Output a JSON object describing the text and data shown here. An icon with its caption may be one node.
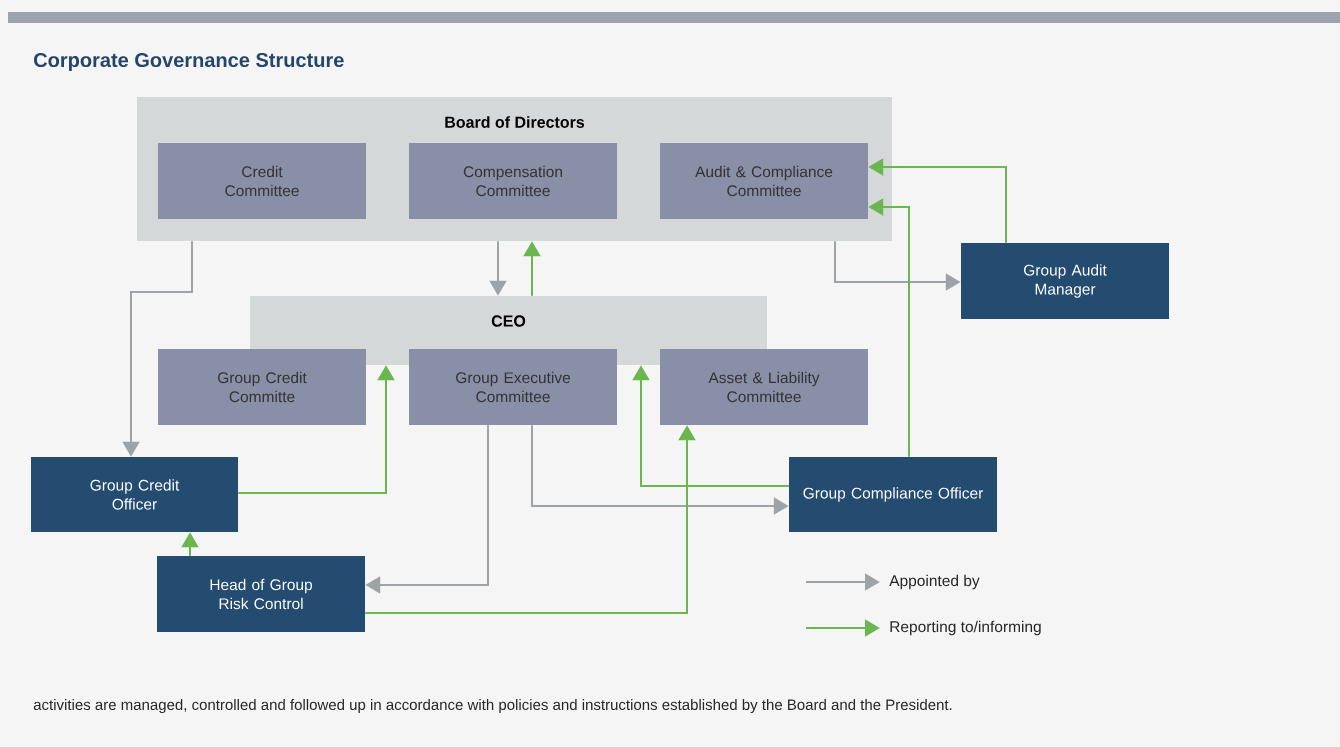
{
  "diagram": {
    "title": "Corporate Governance Structure",
    "caption": "activities are managed, controlled and followed up in accordance with policies and instructions established by the Board and the President.",
    "nodes": [
      {
        "text": [
          "Board of Directors"
        ]
      },
      {
        "text": [
          "Credit Committee"
        ],
        "in": 0
      },
      {
        "text": [
          "Compensation Committee"
        ],
        "in": 0
      },
      {
        "text": [
          "Audit & Compliance Committee"
        ],
        "in": 0
      },
      {
        "text": [
          "CEO"
        ]
      },
      {
        "text": [
          "Group Credit Committe"
        ]
      },
      {
        "text": [
          "Group Executive Committee"
        ]
      },
      {
        "text": [
          "Asset & Liability Committee"
        ]
      },
      {
        "text": [
          "Group Audit Manager"
        ]
      },
      {
        "text": [
          "Group Credit Officer"
        ]
      },
      {
        "text": [
          "Group Compliance Officer"
        ]
      },
      {
        "text": [
          "Head of Group Risk Control"
        ]
      }
    ],
    "edges": [
      {
        "from": 0,
        "to": 9,
        "arrow": "to",
        "color": "#9ea3a8"
      },
      {
        "from": 0,
        "to": 4,
        "arrow": "to",
        "color": "#9ea3a8"
      },
      {
        "from": 4,
        "to": 0,
        "arrow": "to"
      },
      {
        "from": 0,
        "to": 8,
        "arrow": "to",
        "color": "#9ea3a8"
      },
      {
        "from": 8,
        "to": 3,
        "arrow": "to"
      },
      {
        "from": 10,
        "to": 3,
        "arrow": "to"
      },
      {
        "from": 9,
        "to": 4,
        "arrow": "to"
      },
      {
        "from": 10,
        "to": 4,
        "arrow": "to"
      },
      {
        "from": 6,
        "to": 10,
        "arrow": "to",
        "color": "#9ea3a8"
      },
      {
        "from": 6,
        "to": 11,
        "arrow": "to",
        "color": "#9ea3a8"
      },
      {
        "from": 11,
        "to": 9,
        "arrow": "to"
      },
      {
        "from": 11,
        "to": 7,
        "arrow": "to"
      }
    ],
    "legend": [
      {
        "text": "Appointed by"
      },
      {
        "text": "Reporting to/informing"
      }
    ]
  }
}
